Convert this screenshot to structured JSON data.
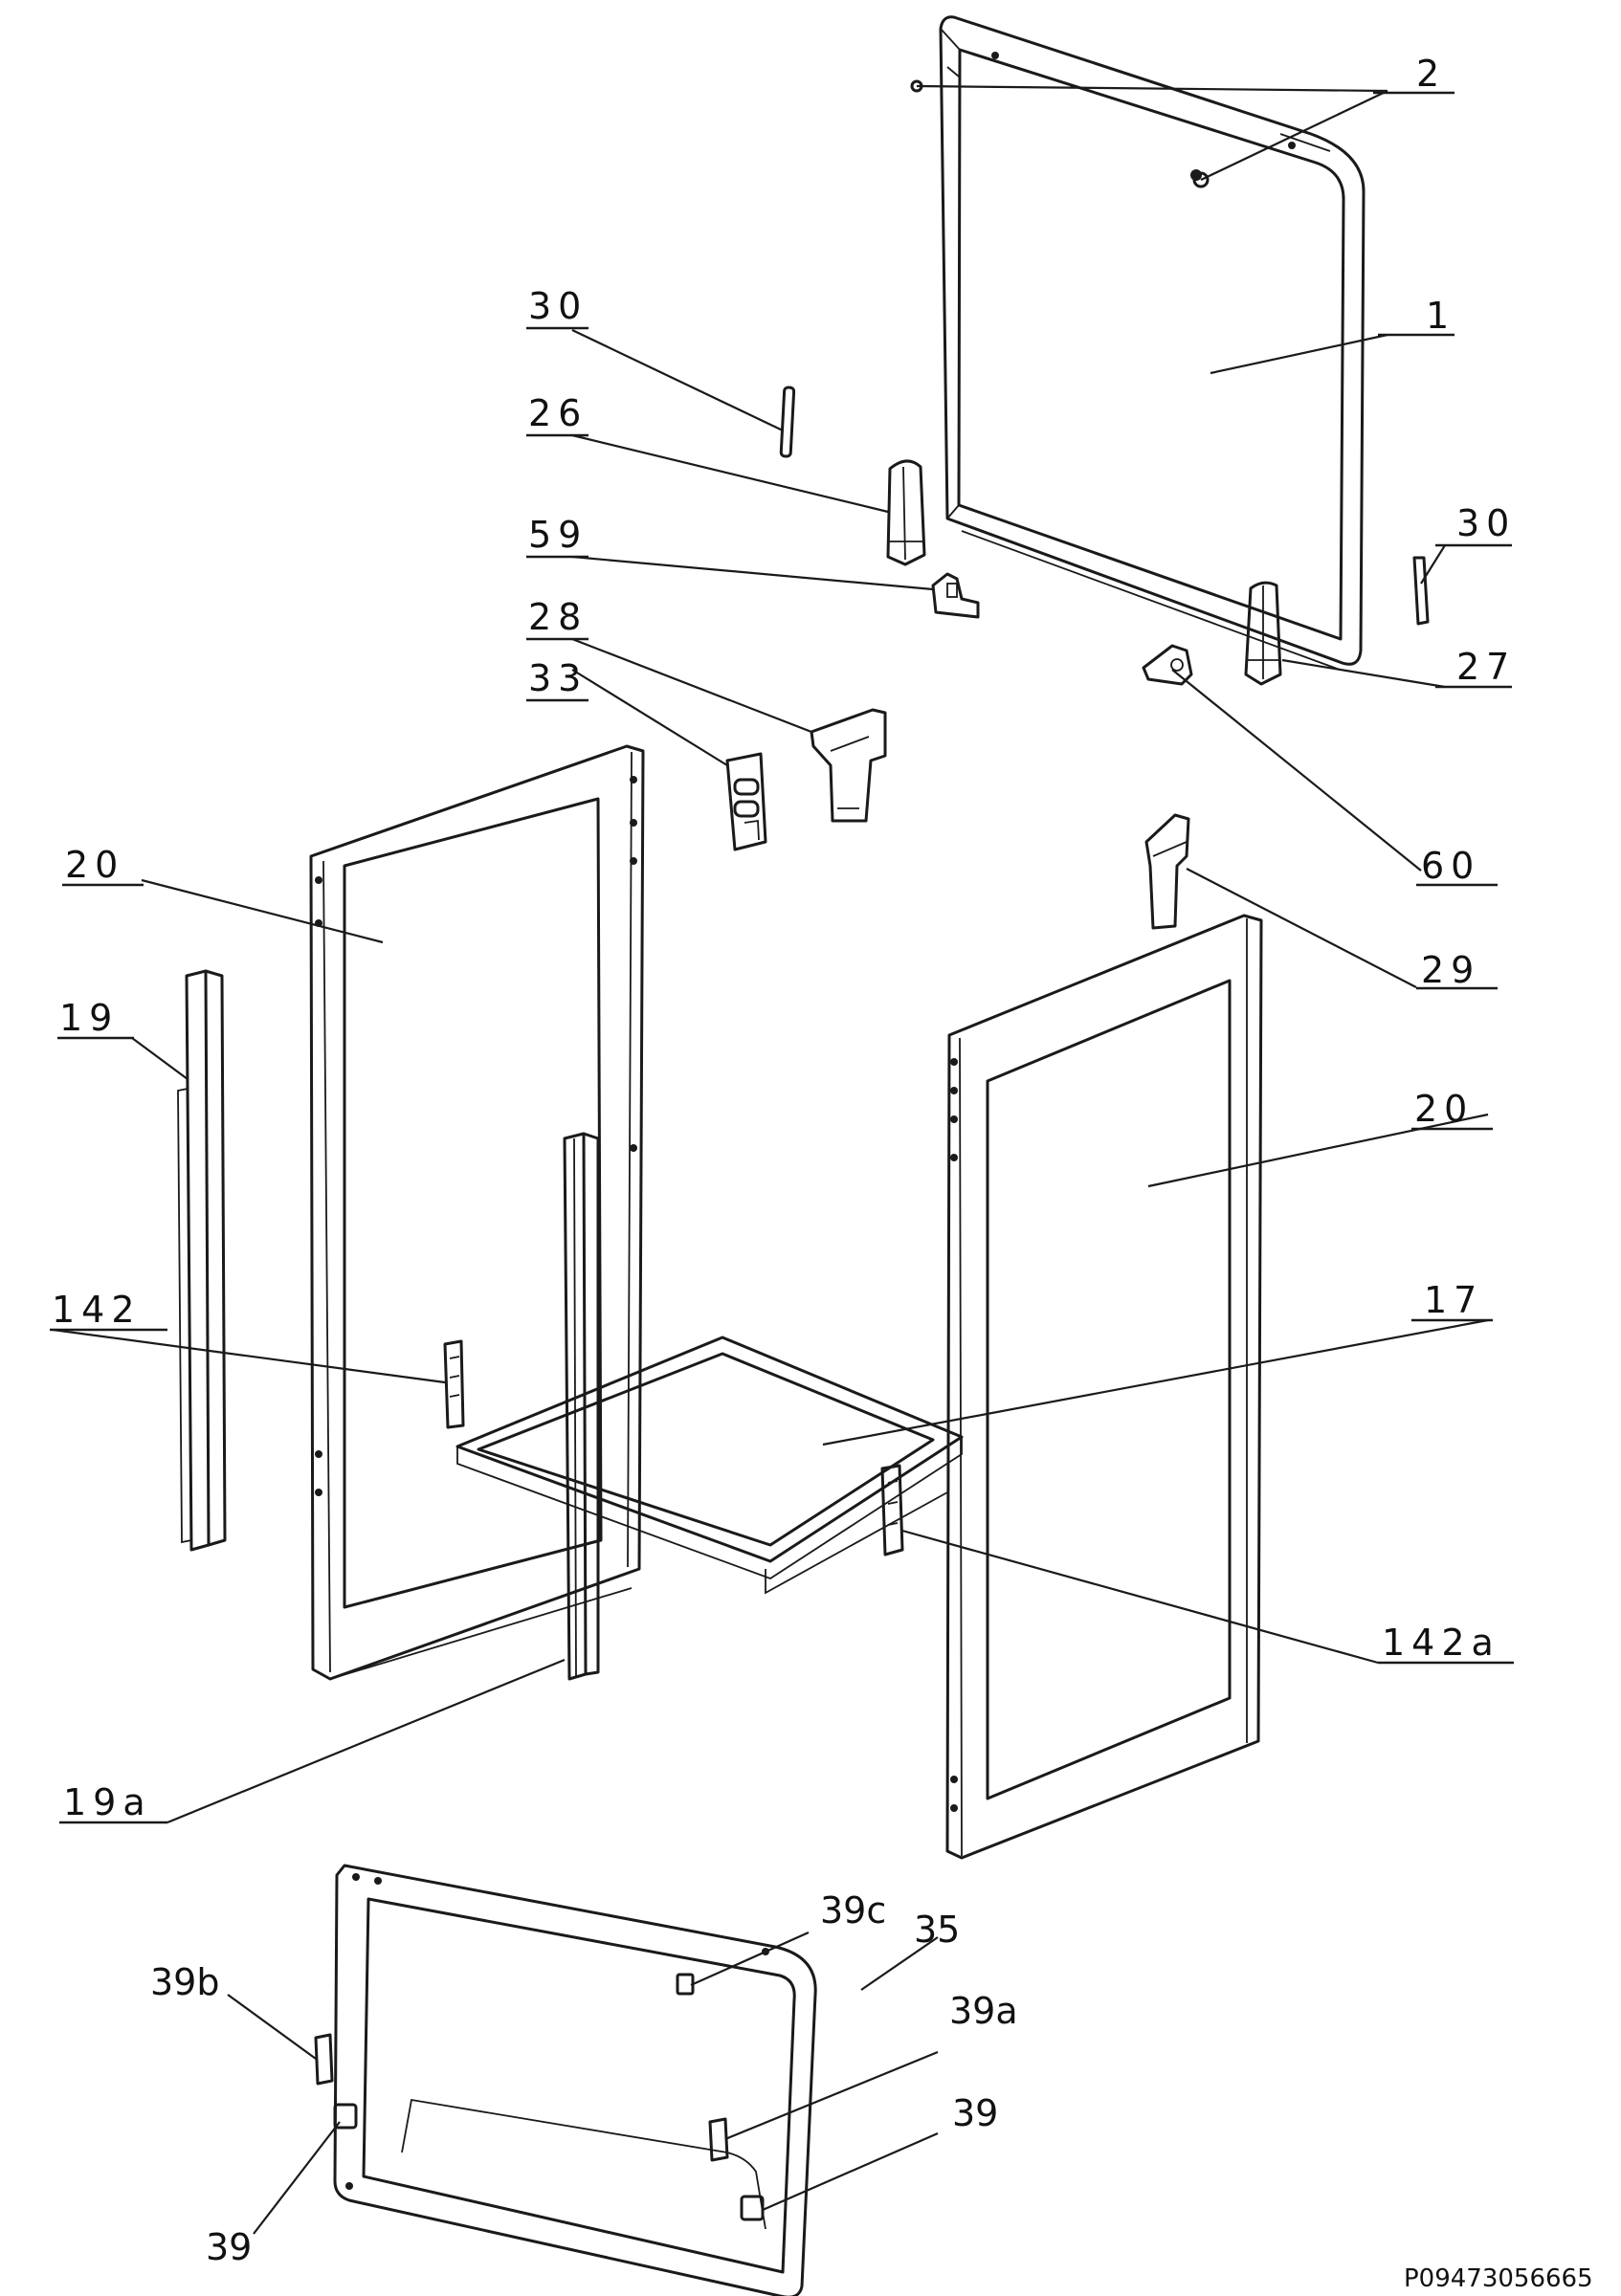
{
  "labels": {
    "l2": "2",
    "l1": "1",
    "l30a": "30",
    "l26": "26",
    "l30b": "30",
    "l59": "59",
    "l27": "27",
    "l28": "28",
    "l33": "33",
    "l60": "60",
    "l20a": "20",
    "l29": "29",
    "l19": "19",
    "l20b": "20",
    "l17": "17",
    "l142": "142",
    "l142a": "142a",
    "l19a": "19a",
    "l39c": "39c",
    "l35": "35",
    "l39b": "39b",
    "l39a": "39a",
    "l39a2": "39",
    "l39b2": "39"
  },
  "reference_code": "P09473056665"
}
